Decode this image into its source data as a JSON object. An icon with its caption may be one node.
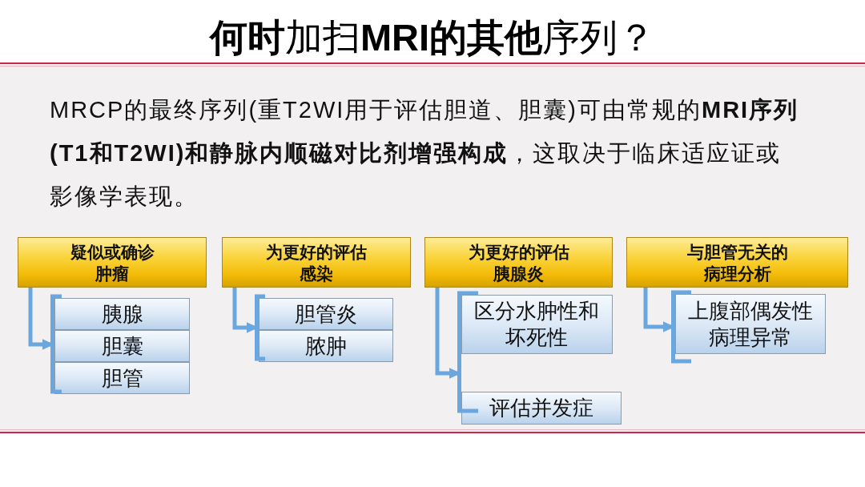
{
  "diagram": {
    "title": "**何时**加扫**MRI的其他**序列？",
    "nodes": [
      {
        "text": [
          "疑似或确诊肿瘤"
        ]
      },
      {
        "text": [
          "胰腺"
        ]
      },
      {
        "text": [
          "胆囊"
        ]
      },
      {
        "text": [
          "胆管"
        ]
      },
      {
        "text": [
          "为更好的评估感染"
        ]
      },
      {
        "text": [
          "胆管炎"
        ]
      },
      {
        "text": [
          "脓肿"
        ]
      },
      {
        "text": [
          "为更好的评估胰腺炎"
        ]
      },
      {
        "text": [
          "区分水肿性和坏死性"
        ]
      },
      {
        "text": [
          "评估并发症"
        ]
      },
      {
        "text": [
          "与胆管无关的病理分析"
        ]
      },
      {
        "text": [
          "上腹部偶发性病理异常"
        ]
      }
    ],
    "edges": [
      {
        "from": 0,
        "to": 1,
        "arrow": "to"
      },
      {
        "from": 0,
        "to": 2,
        "arrow": "to"
      },
      {
        "from": 0,
        "to": 3,
        "arrow": "to"
      },
      {
        "from": 4,
        "to": 5,
        "arrow": "to"
      },
      {
        "from": 4,
        "to": 6,
        "arrow": "to"
      },
      {
        "from": 7,
        "to": 8,
        "arrow": "to"
      },
      {
        "from": 7,
        "to": 9,
        "arrow": "to"
      },
      {
        "from": 10,
        "to": 11,
        "arrow": "to"
      }
    ],
    "labels": [
      "MRCP的最终序列(重T2WI用于评估胆道、胆囊)可由常规的**MRI序列(T1和T2WI)和静脉内顺磁对比剂增强构成**，这取决于临床适应证或影像学表现。"
    ]
  }
}
